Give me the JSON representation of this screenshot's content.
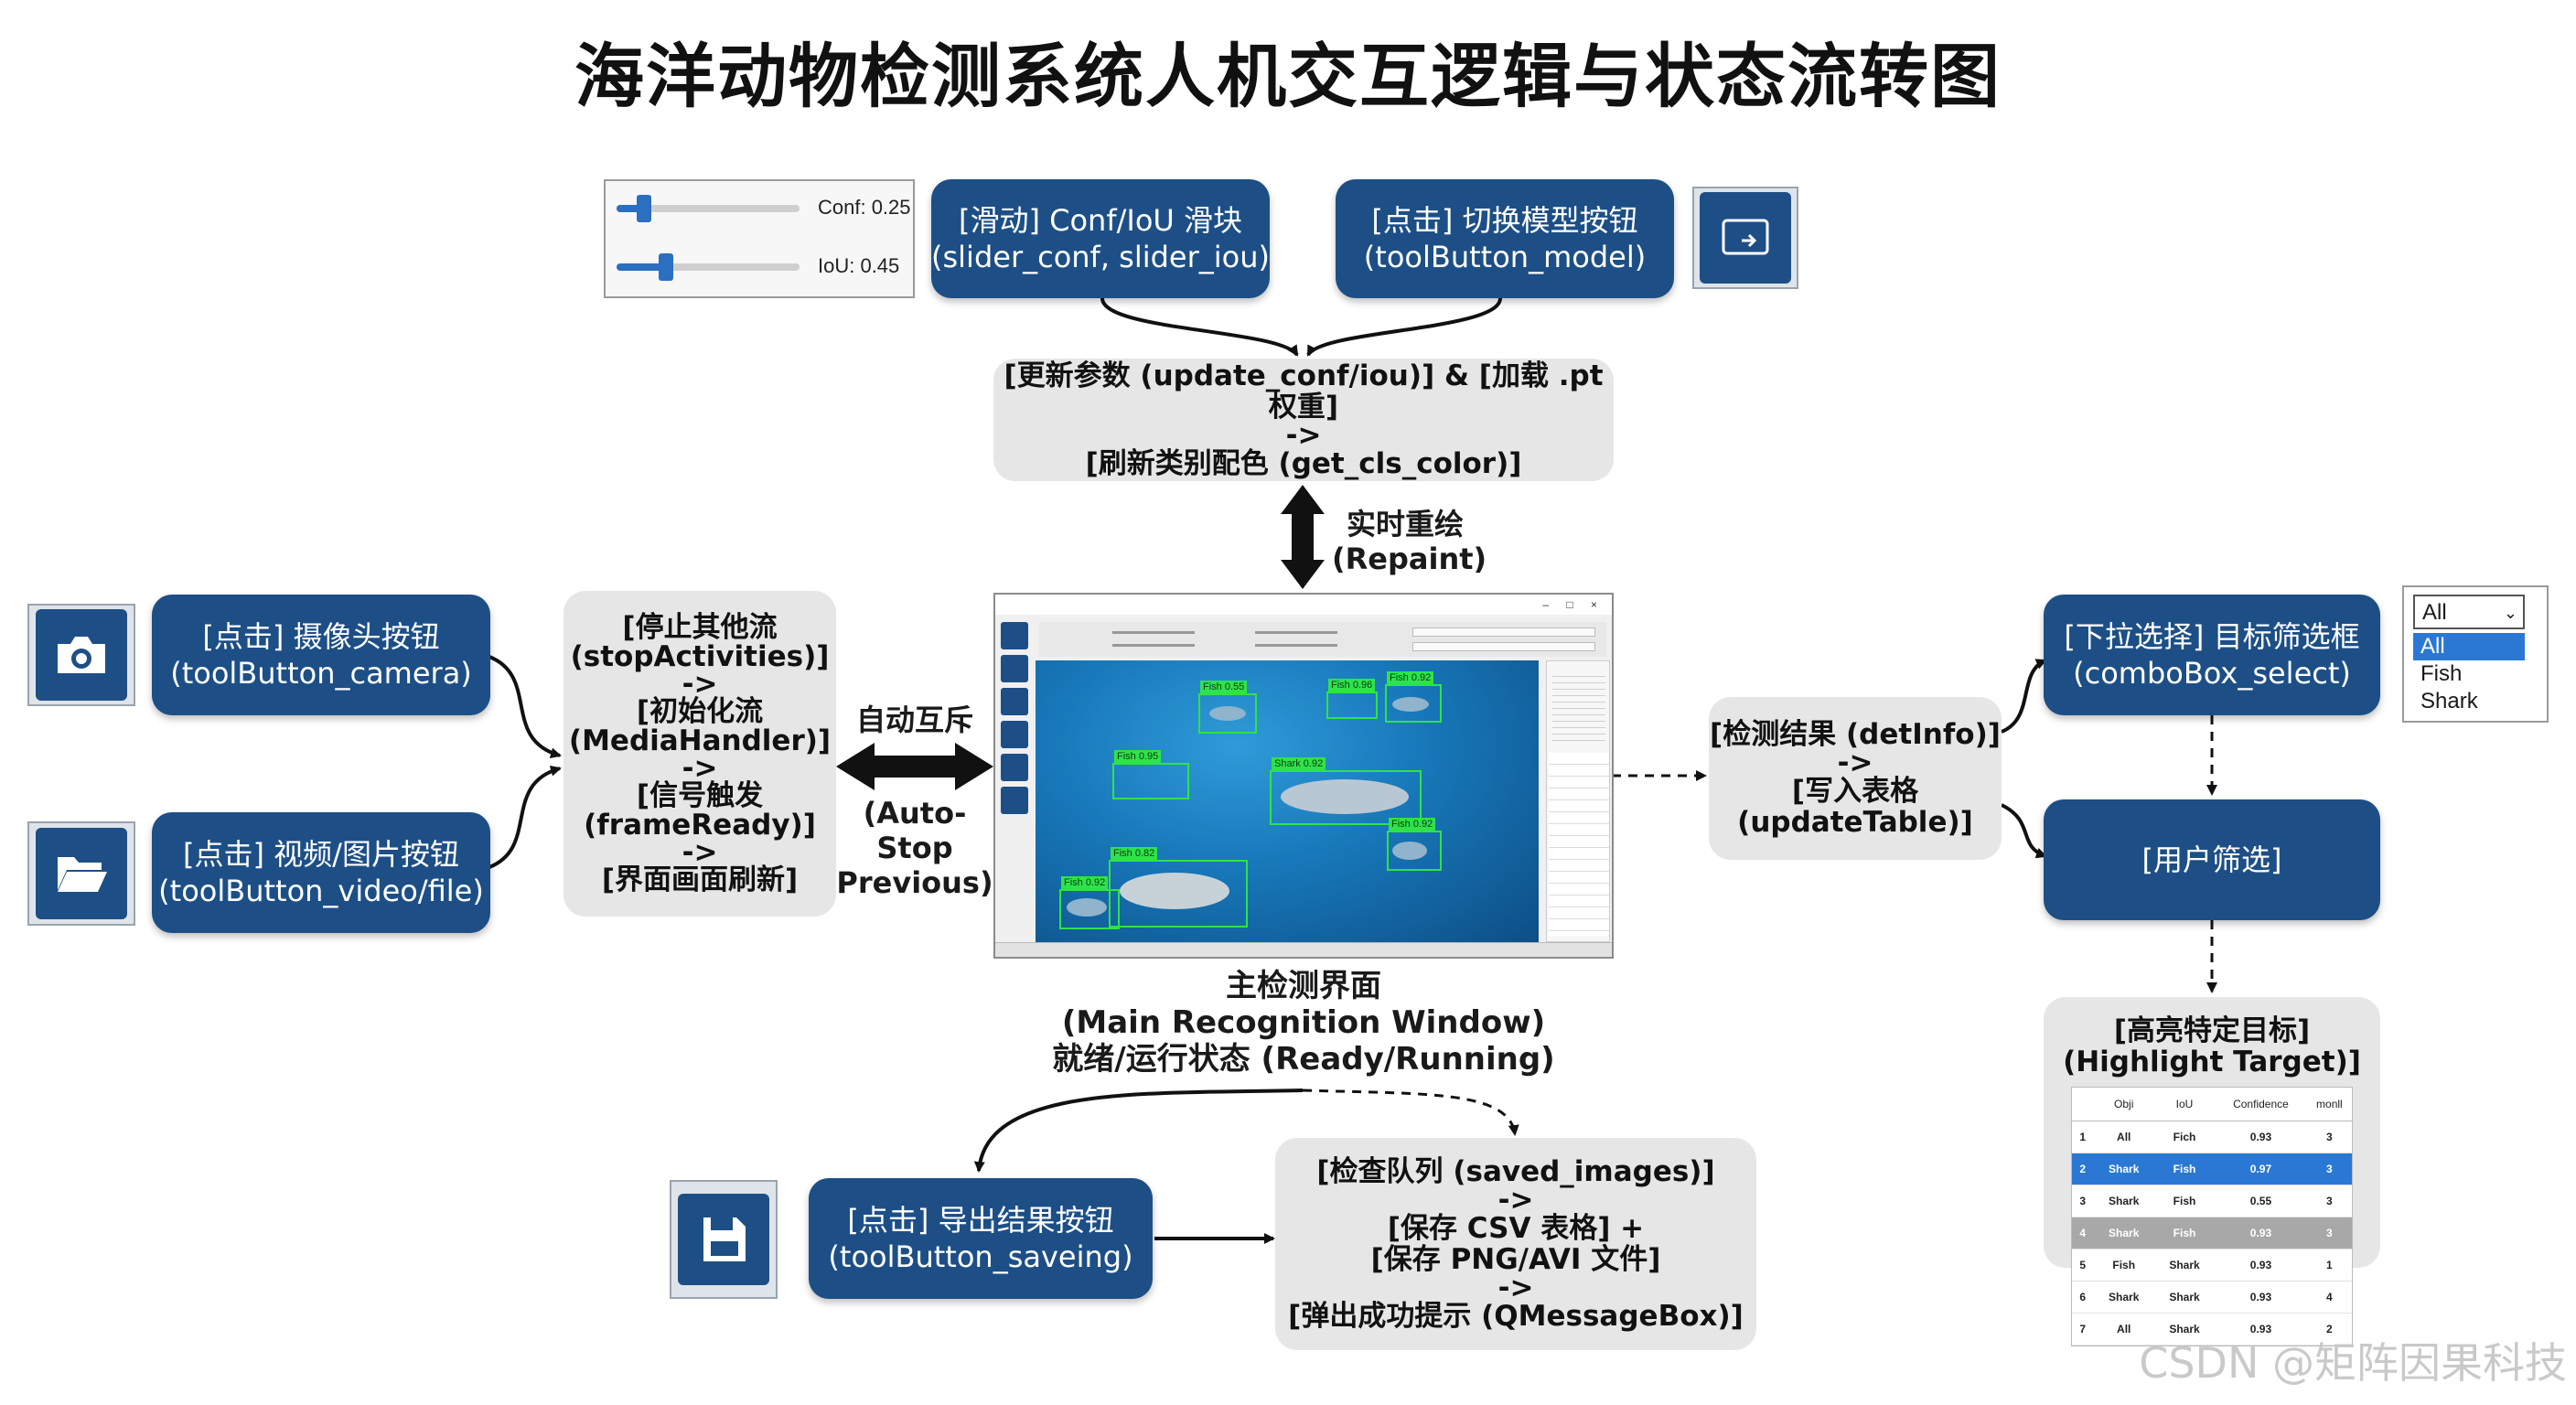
{
  "title": "海洋动物检测系统人机交互逻辑与状态流转图",
  "slider_widget": {
    "conf_text": "Conf: 0.25",
    "iou_text": "IoU: 0.45",
    "conf_value": 0.25,
    "iou_value": 0.45
  },
  "node_slider": {
    "line1": "[滑动] Conf/IoU 滑块",
    "line2": "(slider_conf, slider_iou)"
  },
  "node_model": {
    "line1": "[点击] 切换模型按钮",
    "line2": "(toolButton_model)"
  },
  "node_update": {
    "line1": "[更新参数 (update_conf/iou)] & [加载 .pt 权重]",
    "arrow": "->",
    "line2": "[刷新类别配色 (get_cls_color)]"
  },
  "repaint_label": {
    "line1": "实时重绘",
    "line2": "(Repaint)"
  },
  "node_camera": {
    "line1": "[点击] 摄像头按钮",
    "line2": "(toolButton_camera)"
  },
  "node_video": {
    "line1": "[点击] 视频/图片按钮",
    "line2": "(toolButton_video/file)"
  },
  "node_stop": {
    "l1": "[停止其他流",
    "l2": "(stopActivities)]",
    "a1": "->",
    "l3": "[初始化流",
    "l4": "(MediaHandler)]",
    "a2": "->",
    "l5": "[信号触发",
    "l6": "(frameReady)]",
    "a3": "->",
    "l7": "[界面画面刷新]"
  },
  "mutex_label": {
    "line1": "自动互斥",
    "line2": "(Auto-Stop",
    "line3": "Previous)"
  },
  "main_window": {
    "caption1": "主检测界面",
    "caption2": "(Main Recognition Window)",
    "caption3": "就绪/运行状态 (Ready/Running)",
    "detections": [
      {
        "label": "Fish 0.55"
      },
      {
        "label": "Fish 0.96"
      },
      {
        "label": "Fish 0.92"
      },
      {
        "label": "Fish 0.95"
      },
      {
        "label": "Shark 0.92"
      },
      {
        "label": "Fish 0.92"
      },
      {
        "label": "Fish 0.82"
      },
      {
        "label": "Fish 0.92"
      }
    ]
  },
  "node_detinfo": {
    "line1": "[检测结果 (detInfo)]",
    "arrow": "->",
    "line2": "[写入表格",
    "line3": "(updateTable)]"
  },
  "node_combo": {
    "line1": "[下拉选择] 目标筛选框",
    "line2": "(comboBox_select)"
  },
  "combo_widget": {
    "selected": "All",
    "options": [
      "All",
      "Fish",
      "Shark"
    ]
  },
  "node_filter": {
    "line1": "[用户筛选]"
  },
  "node_highlight": {
    "line1": "[高亮特定目标]",
    "line2": "(Highlight Target)]",
    "columns": [
      "",
      "Obji",
      "IoU",
      "Confidence",
      "monll"
    ],
    "rows": [
      [
        "1",
        "All",
        "Fich",
        "0.93",
        "3"
      ],
      [
        "2",
        "Shark",
        "Fish",
        "0.97",
        "3"
      ],
      [
        "3",
        "Shark",
        "Fish",
        "0.55",
        "3"
      ],
      [
        "4",
        "Shark",
        "Fish",
        "0.93",
        "3"
      ],
      [
        "5",
        "Fish",
        "Shark",
        "0.93",
        "1"
      ],
      [
        "6",
        "Shark",
        "Shark",
        "0.93",
        "4"
      ],
      [
        "7",
        "All",
        "Shark",
        "0.93",
        "2"
      ]
    ]
  },
  "node_export": {
    "line1": "[点击] 导出结果按钮",
    "line2": "(toolButton_saveing)"
  },
  "node_save": {
    "l1": "[检查队列 (saved_images)]",
    "a1": "->",
    "l2": "[保存 CSV 表格] +",
    "l3": "[保存 PNG/AVI 文件]",
    "a2": "->",
    "l4": "[弹出成功提示 (QMessageBox)]"
  },
  "watermark": "CSDN @矩阵因果科技",
  "colors": {
    "node_blue": "#1d4f86",
    "node_gray": "#e6e6e6",
    "detection_box": "#2ee34a",
    "selection": "#2a78d4"
  }
}
